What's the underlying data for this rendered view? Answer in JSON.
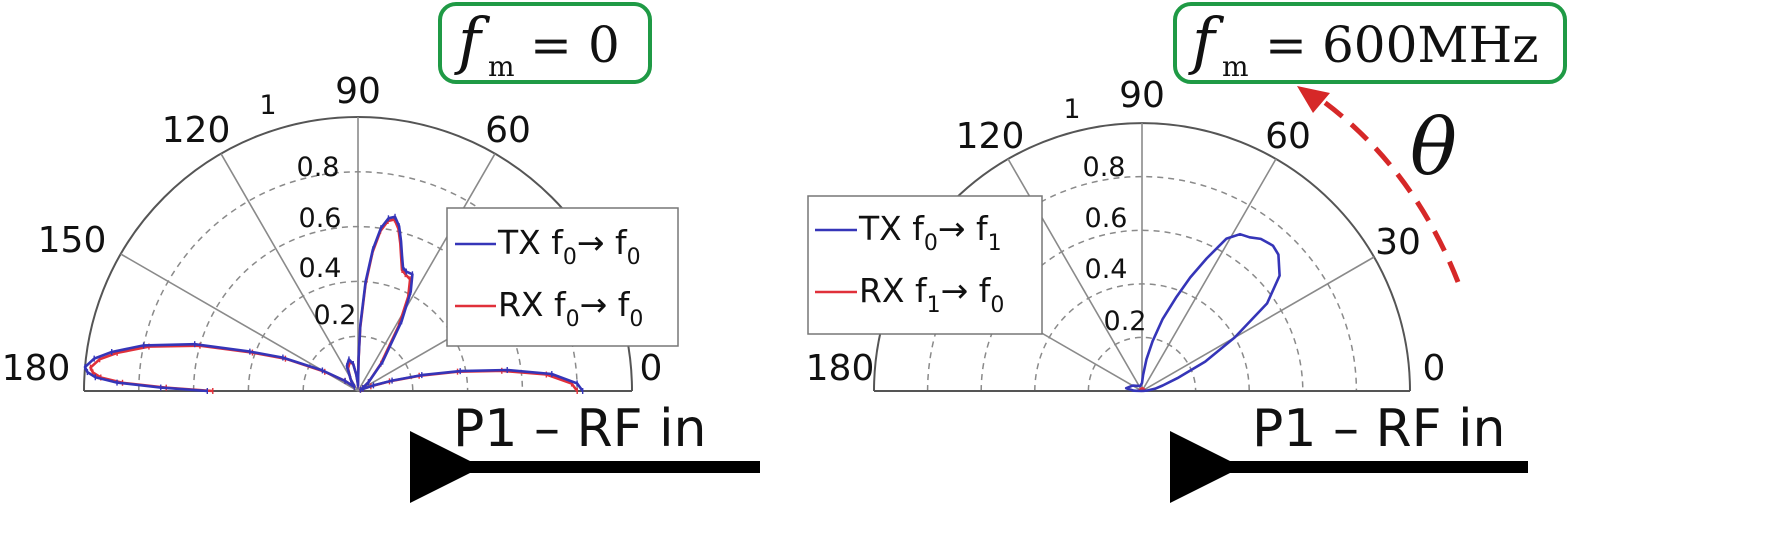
{
  "colors": {
    "tx": "#3535b8",
    "rx": "#e0303a",
    "label_box": "#1f9a45",
    "arrow": "#d62828",
    "grid": "#8a8a8a",
    "axis": "#555555"
  },
  "chart_data": [
    {
      "type": "polar",
      "label": {
        "symbol": "f",
        "sub": "m",
        "relation": "=",
        "value": "0"
      },
      "angle_ticks": [
        "0",
        "30",
        "60",
        "90",
        "120",
        "150",
        "180"
      ],
      "radial_ticks": [
        "0.2",
        "0.4",
        "0.6",
        "0.8",
        "1"
      ],
      "rlim": [
        0,
        1
      ],
      "theta_range_deg": [
        0,
        180
      ],
      "caption": "P1 – RF in",
      "legend": {
        "position": "right",
        "entries": [
          {
            "series": 0,
            "label": "TX f",
            "sub1": "0",
            "arrow": "→ f",
            "sub2": "0"
          },
          {
            "series": 1,
            "label": "RX f",
            "sub1": "0",
            "arrow": "→ f",
            "sub2": "0"
          }
        ]
      },
      "series": [
        {
          "theta": [
            0,
            2,
            5,
            8,
            11,
            14,
            17,
            20,
            23,
            27,
            32,
            40,
            50,
            58,
            62,
            65,
            68,
            70,
            72,
            74,
            76,
            78,
            80,
            82,
            84,
            86,
            88,
            89,
            90,
            92,
            96,
            100,
            106,
            114,
            122,
            132,
            142,
            150,
            156,
            160,
            164,
            168,
            171,
            173,
            175,
            176,
            177,
            178,
            179,
            180
          ],
          "r": [
            0.82,
            0.8,
            0.71,
            0.55,
            0.38,
            0.24,
            0.13,
            0.06,
            0.02,
            0.01,
            0.02,
            0.05,
            0.14,
            0.3,
            0.41,
            0.47,
            0.47,
            0.48,
            0.52,
            0.57,
            0.62,
            0.65,
            0.64,
            0.6,
            0.52,
            0.4,
            0.24,
            0.12,
            0.02,
            0.03,
            0.06,
            0.1,
            0.12,
            0.1,
            0.05,
            0.02,
            0.06,
            0.15,
            0.3,
            0.42,
            0.62,
            0.8,
            0.91,
            0.97,
            1.0,
            0.99,
            0.96,
            0.88,
            0.72,
            0.55
          ]
        },
        {
          "theta": [
            0,
            2,
            5,
            8,
            11,
            14,
            17,
            20,
            23,
            27,
            32,
            40,
            50,
            58,
            62,
            65,
            68,
            70,
            72,
            74,
            76,
            78,
            80,
            82,
            84,
            86,
            88,
            89,
            90,
            92,
            96,
            100,
            106,
            114,
            122,
            132,
            142,
            150,
            156,
            160,
            164,
            168,
            171,
            173,
            175,
            176,
            177,
            178,
            179,
            180
          ],
          "r": [
            0.8,
            0.78,
            0.69,
            0.53,
            0.37,
            0.23,
            0.12,
            0.05,
            0.02,
            0.01,
            0.02,
            0.05,
            0.13,
            0.28,
            0.39,
            0.45,
            0.46,
            0.47,
            0.51,
            0.56,
            0.61,
            0.64,
            0.63,
            0.59,
            0.51,
            0.39,
            0.23,
            0.11,
            0.02,
            0.03,
            0.06,
            0.1,
            0.11,
            0.09,
            0.05,
            0.02,
            0.06,
            0.14,
            0.29,
            0.41,
            0.6,
            0.78,
            0.89,
            0.95,
            0.98,
            0.97,
            0.94,
            0.86,
            0.7,
            0.53
          ]
        }
      ]
    },
    {
      "type": "polar",
      "label": {
        "symbol": "f",
        "sub": "m",
        "relation": "=",
        "value": "600MHz"
      },
      "angle_ticks": [
        "0",
        "30",
        "60",
        "90",
        "120",
        "150",
        "180"
      ],
      "radial_ticks": [
        "0.2",
        "0.4",
        "0.6",
        "0.8",
        "1"
      ],
      "rlim": [
        0,
        1
      ],
      "theta_range_deg": [
        0,
        180
      ],
      "caption": "P1 – RF in",
      "annotation": "θ",
      "legend": {
        "position": "left",
        "entries": [
          {
            "series": 0,
            "label": "TX f",
            "sub1": "0",
            "arrow": "→ f",
            "sub2": "1"
          },
          {
            "series": 1,
            "label": "RX f",
            "sub1": "1",
            "arrow": "→ f",
            "sub2": "0"
          }
        ]
      },
      "series": [
        {
          "theta": [
            0,
            5,
            10,
            15,
            20,
            25,
            30,
            35,
            40,
            45,
            48,
            52,
            55,
            58,
            61,
            64,
            67,
            70,
            74,
            78,
            82,
            86,
            90,
            110,
            150,
            170,
            178,
            180
          ],
          "r": [
            0.0,
            0.02,
            0.05,
            0.08,
            0.14,
            0.26,
            0.4,
            0.57,
            0.67,
            0.72,
            0.73,
            0.72,
            0.7,
            0.69,
            0.65,
            0.55,
            0.46,
            0.37,
            0.28,
            0.19,
            0.12,
            0.06,
            0.03,
            0.02,
            0.04,
            0.06,
            0.03,
            0.0
          ]
        },
        {
          "theta": [
            0,
            30,
            60,
            90,
            150,
            180
          ],
          "r": [
            0.0,
            0.01,
            0.01,
            0.01,
            0.01,
            0.0
          ]
        }
      ]
    }
  ]
}
